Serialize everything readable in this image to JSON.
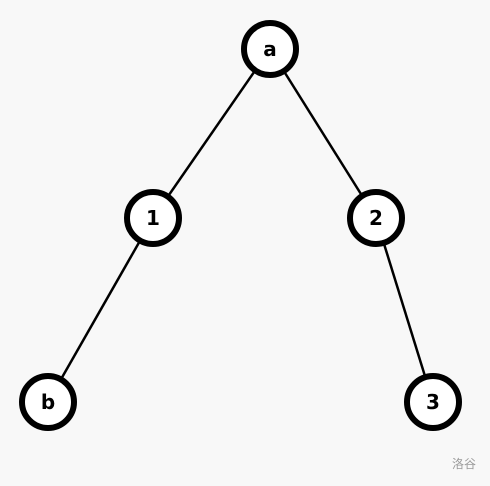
{
  "diagram": {
    "colors": {
      "background": "#f8f8f8",
      "node_fill": "#ffffff",
      "node_stroke": "#000000",
      "edge": "#000000",
      "watermark": "#9a9a9a"
    },
    "nodes": [
      {
        "id": "a",
        "label": "a"
      },
      {
        "id": "1",
        "label": "1"
      },
      {
        "id": "2",
        "label": "2"
      },
      {
        "id": "b",
        "label": "b"
      },
      {
        "id": "3",
        "label": "3"
      }
    ],
    "edges": [
      {
        "from": "a",
        "to": "1"
      },
      {
        "from": "a",
        "to": "2"
      },
      {
        "from": "1",
        "to": "b"
      },
      {
        "from": "2",
        "to": "3"
      }
    ]
  },
  "watermark": {
    "text": "洛谷"
  }
}
